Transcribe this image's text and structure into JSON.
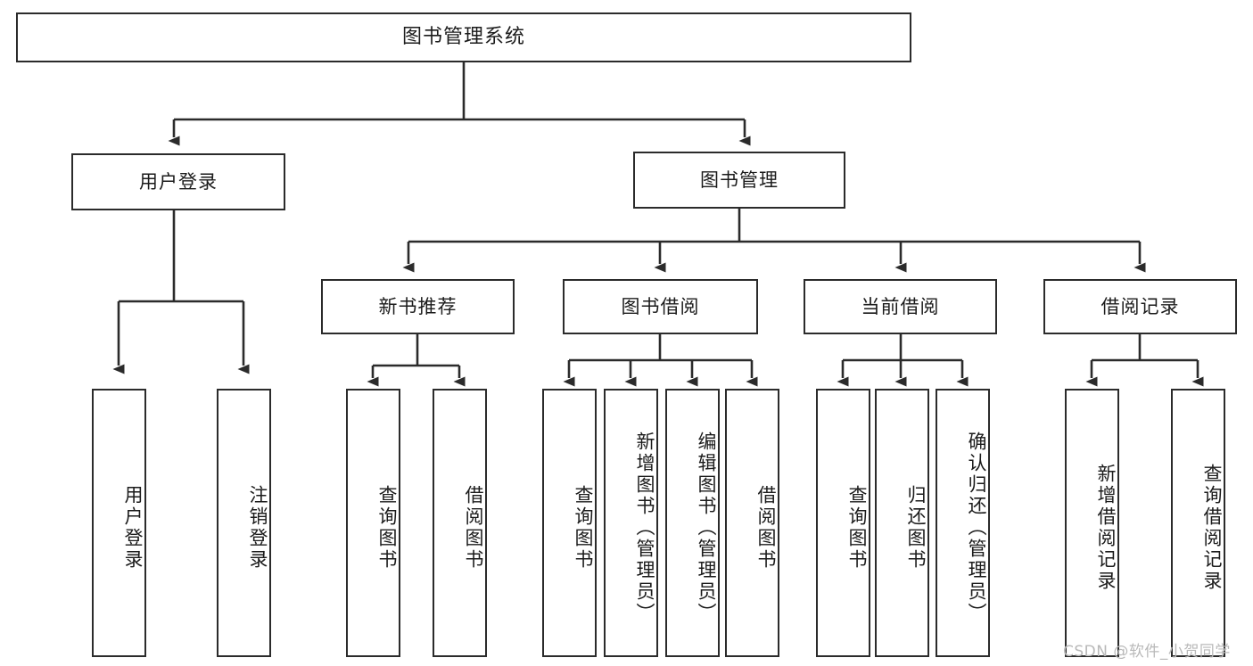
{
  "diagram": {
    "type": "tree",
    "title": "图书管理系统",
    "orientation": "top-down",
    "colors": {
      "box_border": "#2b2b2b",
      "box_fill": "#ffffff",
      "edge": "#2b2b2b",
      "text": "#1b1b1b",
      "watermark": "#b9b9b9"
    }
  },
  "nodes": {
    "root": {
      "label": "图书管理系统"
    },
    "level2": [
      {
        "label": "用户登录"
      },
      {
        "label": "图书管理"
      }
    ],
    "level3": [
      {
        "label": "新书推荐"
      },
      {
        "label": "图书借阅"
      },
      {
        "label": "当前借阅"
      },
      {
        "label": "借阅记录"
      }
    ],
    "leaves": {
      "user_login": [
        {
          "label": "用户登录"
        },
        {
          "label": "注销登录"
        }
      ],
      "new_book_recommend": [
        {
          "label": "查询图书"
        },
        {
          "label": "借阅图书"
        }
      ],
      "book_borrow": [
        {
          "label": "查询图书"
        },
        {
          "label": "新增图书（管理员）"
        },
        {
          "label": "编辑图书（管理员）"
        },
        {
          "label": "借阅图书"
        }
      ],
      "current_borrow": [
        {
          "label": "查询图书"
        },
        {
          "label": "归还图书"
        },
        {
          "label": "确认归还（管理员）"
        }
      ],
      "borrow_record": [
        {
          "label": "新增借阅记录"
        },
        {
          "label": "查询借阅记录"
        }
      ]
    }
  },
  "watermark": {
    "text": "CSDN @软件_小贺同学"
  }
}
